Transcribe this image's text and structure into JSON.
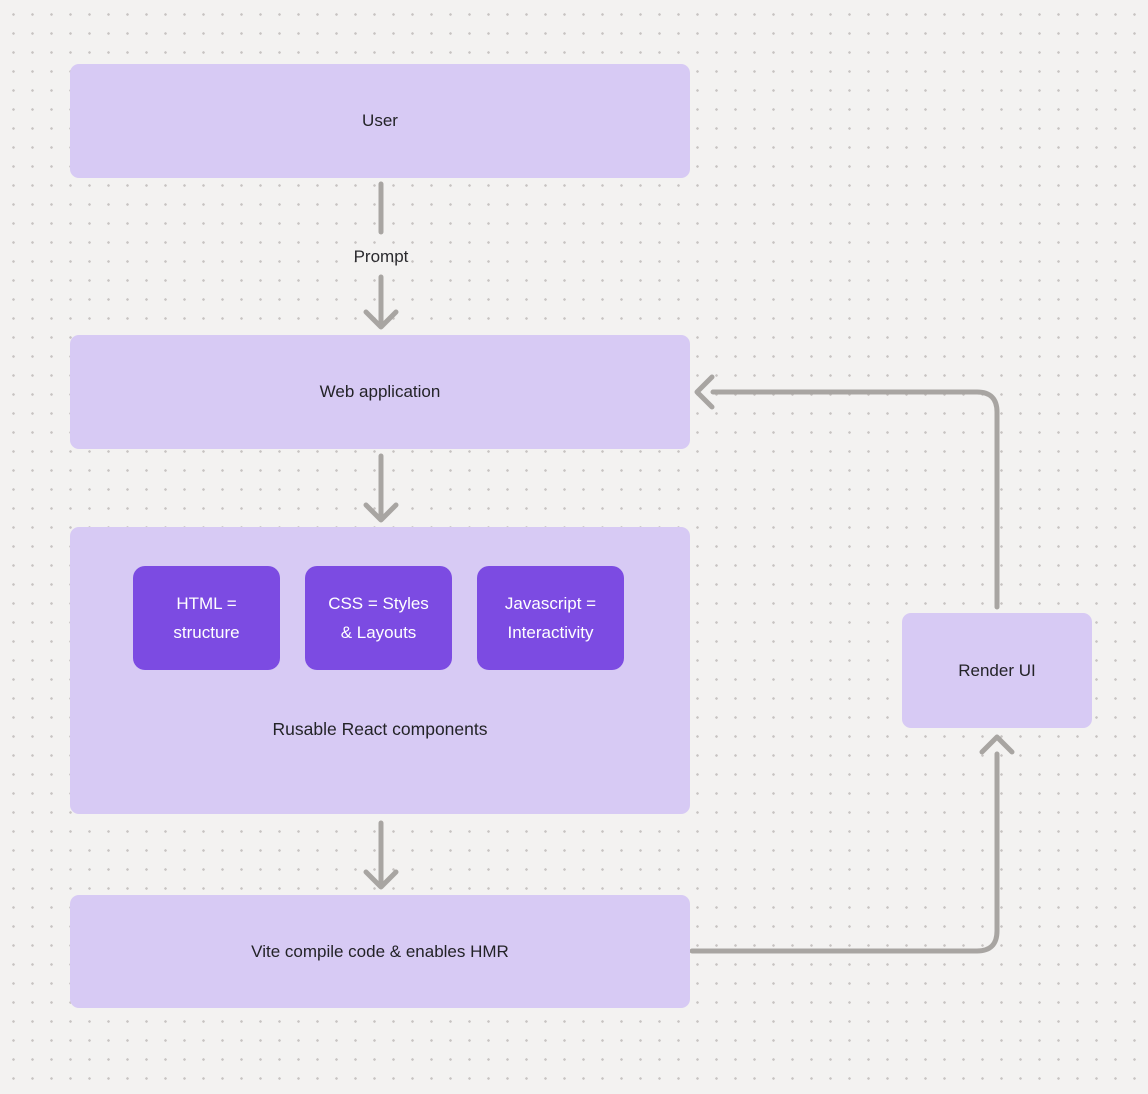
{
  "diagram": {
    "nodes": {
      "user": {
        "label": "User"
      },
      "web_application": {
        "label": "Web application"
      },
      "components_group": {
        "caption": "Rusable React components",
        "children": [
          {
            "label": "HTML =\nstructure"
          },
          {
            "label": "CSS = Styles\n& Layouts"
          },
          {
            "label": "Javascript =\nInteractivity"
          }
        ]
      },
      "vite": {
        "label": "Vite compile code & enables HMR"
      },
      "render_ui": {
        "label": "Render UI"
      }
    },
    "edges": {
      "user_to_webapp_label": "Prompt"
    },
    "colors": {
      "background": "#f3f2f1",
      "dot_grid": "#c7c4c2",
      "node_fill": "#d7caf4",
      "accent_node_fill": "#7c4be2",
      "node_text": "#232327",
      "accent_node_text": "#ffffff",
      "connector": "#a8a5a2"
    }
  }
}
